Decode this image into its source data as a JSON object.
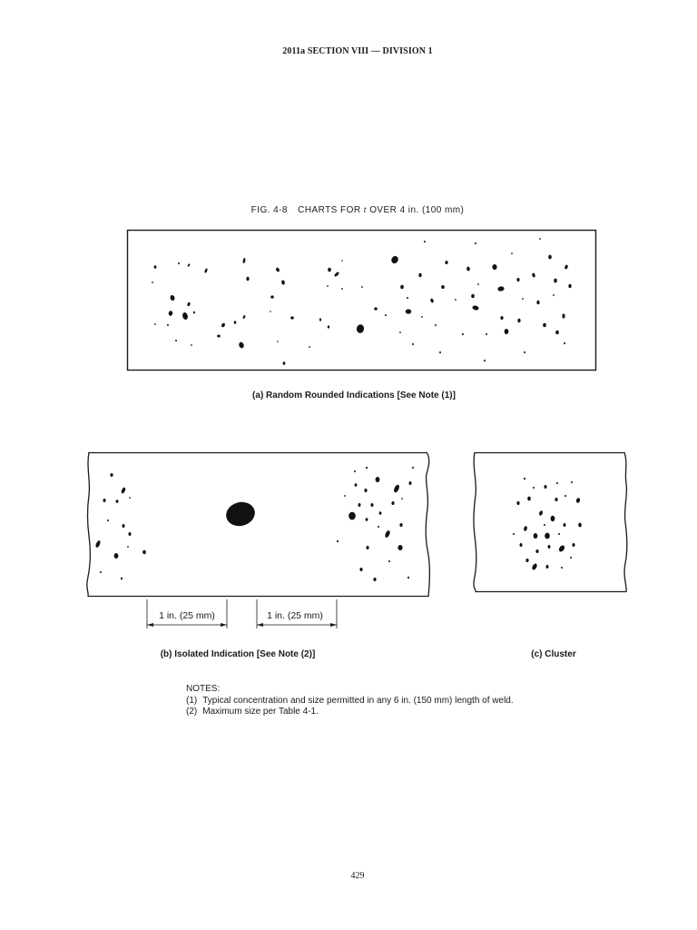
{
  "header": {
    "running_head": "2011a SECTION VIII — DIVISION 1"
  },
  "figure": {
    "number": "FIG. 4-8",
    "title_prefix": "CHARTS FOR",
    "title_variable": "t",
    "title_suffix": "OVER 4 in. (100 mm)"
  },
  "panels": {
    "a": {
      "caption": "(a) Random Rounded Indications [See Note (1)]"
    },
    "b": {
      "caption": "(b) Isolated Indication [See Note (2)]",
      "dimension_labels": [
        "1 in. (25 mm)",
        "1 in. (25 mm)"
      ]
    },
    "c": {
      "caption": "(c) Cluster"
    }
  },
  "notes": {
    "heading": "NOTES:",
    "items": [
      {
        "marker": "(1)",
        "text": "Typical concentration and size permitted in any 6 in. (150 mm) length of weld."
      },
      {
        "marker": "(2)",
        "text": "Maximum size per Table 4-1."
      }
    ]
  },
  "page_number": "429"
}
